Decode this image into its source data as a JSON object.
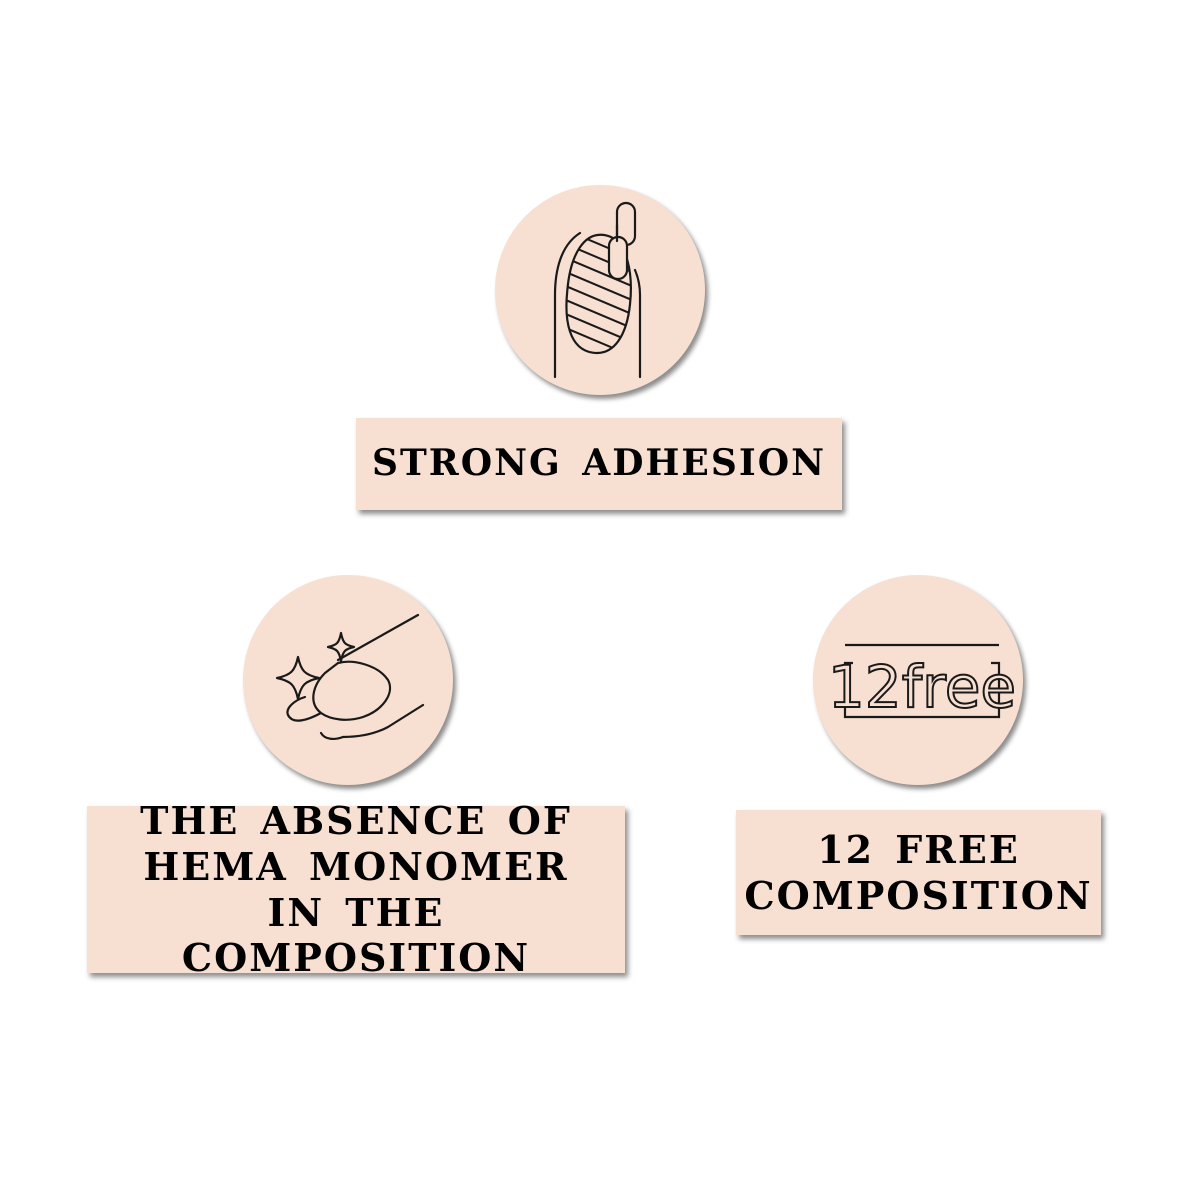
{
  "features": [
    {
      "id": "strong-adhesion",
      "icon": "nail-with-chain-link-icon",
      "lines": [
        "STRONG ADHESION"
      ]
    },
    {
      "id": "hema-free",
      "icon": "finger-with-sparkles-icon",
      "lines": [
        "THE ABSENCE OF",
        "HEMA MONOMER",
        "IN THE COMPOSITION"
      ]
    },
    {
      "id": "12-free",
      "icon": "12-free-badge-icon",
      "icon_text": "12free",
      "lines": [
        "12 FREE",
        "COMPOSITION"
      ]
    }
  ],
  "colors": {
    "badge_fill": "#f7dfd1",
    "text": "#000000",
    "icon_stroke": "#1a1a1a"
  }
}
